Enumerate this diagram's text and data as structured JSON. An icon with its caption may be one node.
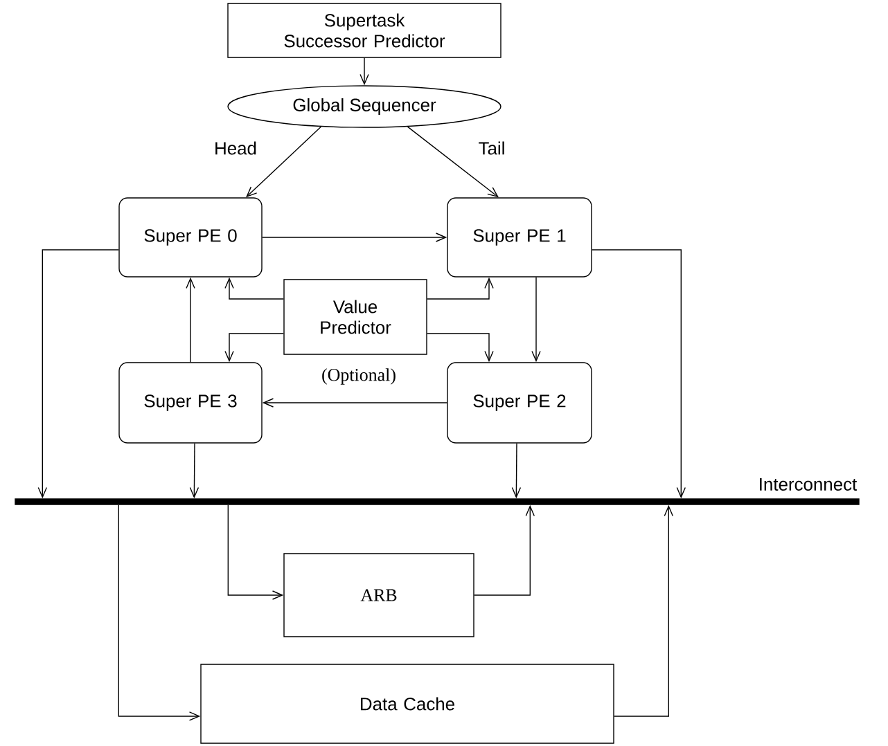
{
  "diagram": {
    "nodes": [
      {
        "text": [
          "Supertask Successor Predictor"
        ]
      },
      {
        "text": [
          "Global Sequencer"
        ]
      },
      {
        "text": [
          "Super PE 0"
        ]
      },
      {
        "text": [
          "Super PE 1"
        ]
      },
      {
        "text": [
          "Value Predictor"
        ],
        "beside": [
          "(Optional)"
        ]
      },
      {
        "text": [
          "Super PE 3"
        ]
      },
      {
        "text": [
          "Super PE 2"
        ]
      },
      {
        "text": [
          "Interconnect"
        ]
      },
      {
        "text": [
          "ARB"
        ]
      },
      {
        "text": [
          "Data Cache"
        ]
      }
    ],
    "edges": [
      {
        "from": 0,
        "to": 1,
        "arrow": "to"
      },
      {
        "from": 1,
        "to": 2,
        "arrow": "to",
        "label": "Head"
      },
      {
        "from": 1,
        "to": 3,
        "arrow": "to",
        "label": "Tail"
      },
      {
        "from": 2,
        "to": 3,
        "arrow": "to"
      },
      {
        "from": 3,
        "to": 6,
        "arrow": "to"
      },
      {
        "from": 6,
        "to": 5,
        "arrow": "to"
      },
      {
        "from": 5,
        "to": 2,
        "arrow": "to"
      },
      {
        "from": 4,
        "to": 2,
        "arrow": "to"
      },
      {
        "from": 4,
        "to": 3,
        "arrow": "to"
      },
      {
        "from": 4,
        "to": 5,
        "arrow": "to"
      },
      {
        "from": 4,
        "to": 6,
        "arrow": "to"
      },
      {
        "from": 2,
        "to": 7,
        "arrow": "to"
      },
      {
        "from": 3,
        "to": 7,
        "arrow": "to"
      },
      {
        "from": 5,
        "to": 7,
        "arrow": "to"
      },
      {
        "from": 6,
        "to": 7,
        "arrow": "to"
      },
      {
        "from": 7,
        "to": 8,
        "arrow": "to"
      },
      {
        "from": 8,
        "to": 7,
        "arrow": "to"
      },
      {
        "from": 7,
        "to": 9,
        "arrow": "to"
      },
      {
        "from": 9,
        "to": 7,
        "arrow": "to"
      }
    ]
  }
}
